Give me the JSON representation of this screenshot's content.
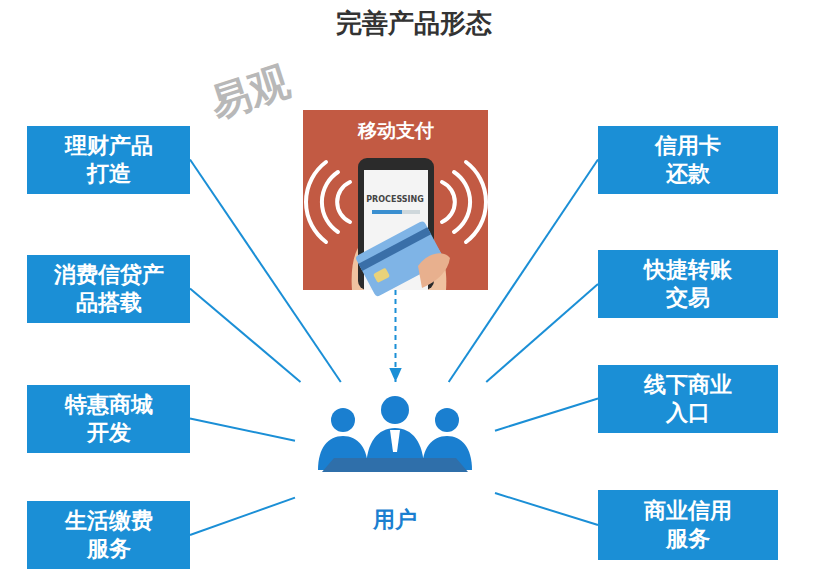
{
  "diagram": {
    "title": "完善产品形态",
    "nodes": [
      {
        "text": [
          "理财产品打造"
        ]
      },
      {
        "text": [
          "消费信贷产品搭载"
        ]
      },
      {
        "text": [
          "特惠商城开发"
        ]
      },
      {
        "text": [
          "生活缴费服务"
        ]
      },
      {
        "text": [
          "移动支付"
        ]
      },
      {
        "text": [
          "用户"
        ]
      },
      {
        "text": [
          "信用卡还款"
        ]
      },
      {
        "text": [
          "快捷转账交易"
        ]
      },
      {
        "text": [
          "线下商业入口"
        ]
      },
      {
        "text": [
          "商业信用服务"
        ]
      }
    ],
    "edges": [
      {
        "from": 0,
        "to": 5,
        "arrow": "none"
      },
      {
        "from": 1,
        "to": 5,
        "arrow": "none"
      },
      {
        "from": 2,
        "to": 5,
        "arrow": "none"
      },
      {
        "from": 3,
        "to": 5,
        "arrow": "none"
      },
      {
        "from": 4,
        "to": 5,
        "arrow": "to"
      },
      {
        "from": 6,
        "to": 5,
        "arrow": "none"
      },
      {
        "from": 7,
        "to": 5,
        "arrow": "none"
      },
      {
        "from": 8,
        "to": 5,
        "arrow": "none"
      },
      {
        "from": 9,
        "to": 5,
        "arrow": "none"
      }
    ],
    "labels": [
      "PROCESSING",
      "易观"
    ]
  }
}
